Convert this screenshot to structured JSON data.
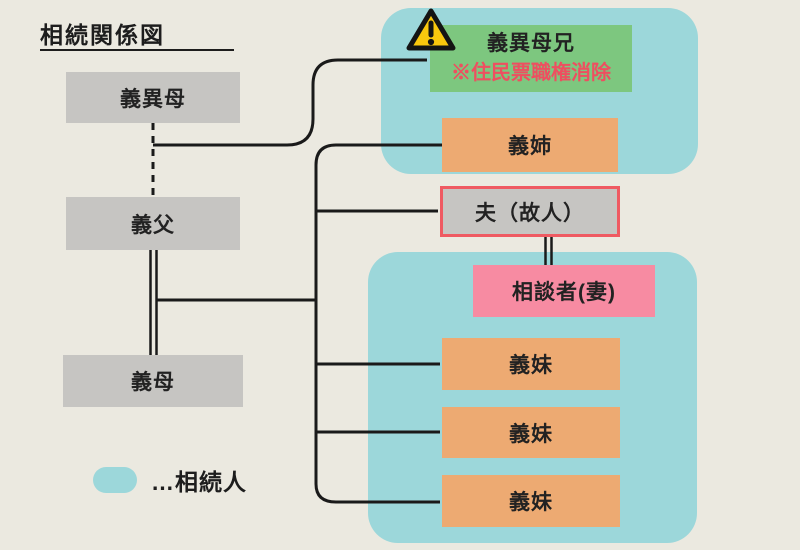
{
  "title": "相続関係図",
  "nodes": {
    "step_mother": {
      "label": "義異母"
    },
    "father_in_law": {
      "label": "義父"
    },
    "mother_in_law": {
      "label": "義母"
    },
    "half_brother_in_law": {
      "label": "義異母兄",
      "note": "※住民票職権消除"
    },
    "sister_in_law": {
      "label": "義姉"
    },
    "husband": {
      "label": "夫（故人）"
    },
    "consulter": {
      "label": "相談者(妻)"
    },
    "younger_sister_1": {
      "label": "義妹"
    },
    "younger_sister_2": {
      "label": "義妹"
    },
    "younger_sister_3": {
      "label": "義妹"
    }
  },
  "legend": {
    "label": "…相続人"
  },
  "icons": {
    "warning": "warning-triangle"
  },
  "colors": {
    "background": "#ebe9e0",
    "heir_highlight_teal": "#9cd7da",
    "box_gray": "#c6c5c2",
    "sibling_orange": "#edaa72",
    "half_brother_green": "#7dc77f",
    "consulter_pink": "#f78ba2",
    "deceased_border_red": "#ef5a62",
    "note_text_red": "#ee4f60",
    "warning_yellow": "#f9c70d",
    "line_black": "#1a1a1a"
  }
}
